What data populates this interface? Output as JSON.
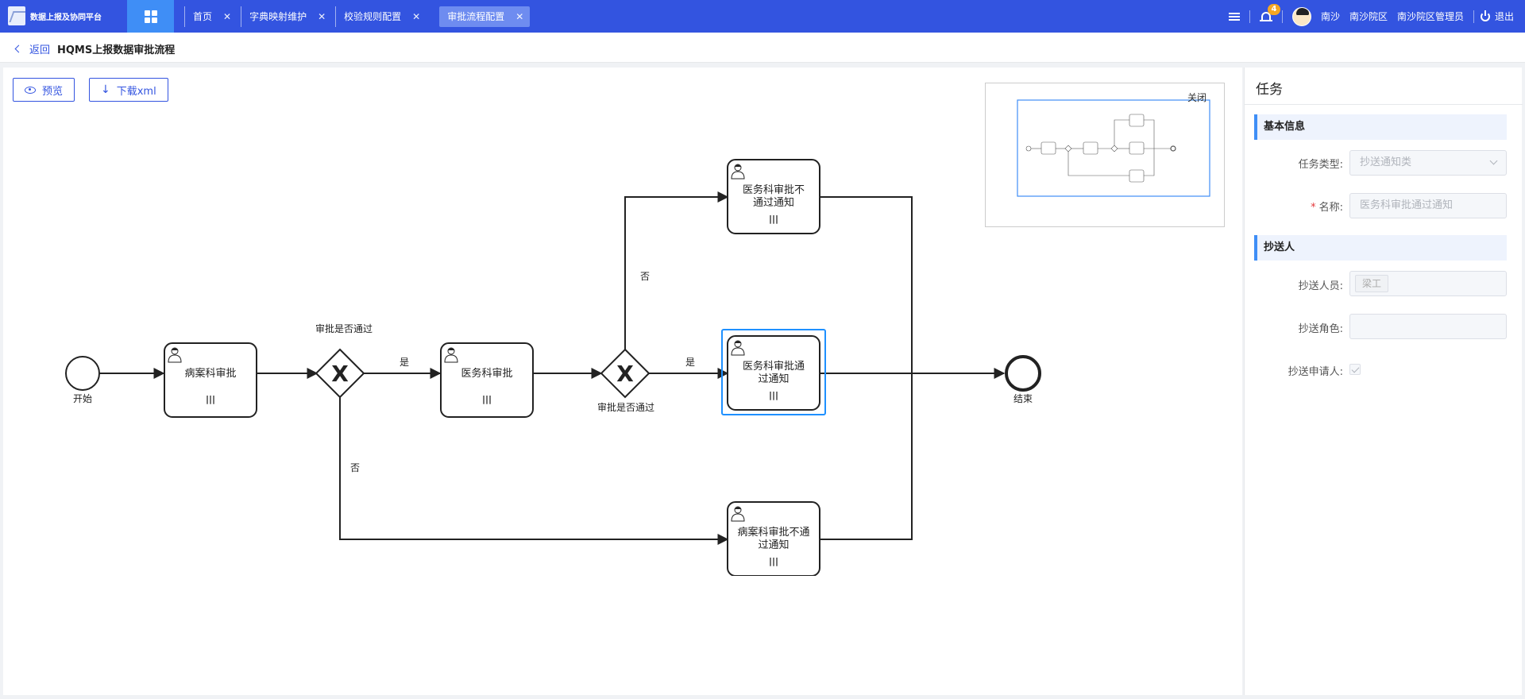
{
  "app": {
    "title": "数据上报及协同平台"
  },
  "tabs": [
    {
      "label": "首页"
    },
    {
      "label": "字典映射维护"
    },
    {
      "label": "校验规则配置"
    },
    {
      "label": "审批流程配置"
    }
  ],
  "header": {
    "notification_count": "4",
    "user_name": "南沙",
    "campus": "南沙院区",
    "role": "南沙院区管理员",
    "logout": "退出"
  },
  "subheader": {
    "back_label": "返回",
    "title": "HQMS上报数据审批流程"
  },
  "toolbar": {
    "preview_label": "预览",
    "download_label": "下载xml"
  },
  "minimap": {
    "close_label": "关闭"
  },
  "diagram": {
    "start_label": "开始",
    "end_label": "结束",
    "task_pathology": "病案科审批",
    "task_medical": "医务科审批",
    "task_medical_reject_l1": "医务科审批不",
    "task_medical_reject_l2": "通过通知",
    "task_medical_pass_l1": "医务科审批通",
    "task_medical_pass_l2": "过通知",
    "task_pathology_reject_l1": "病案科审批不通",
    "task_pathology_reject_l2": "过通知",
    "gateway1_label": "审批是否通过",
    "gateway2_label": "审批是否通过",
    "flow_yes": "是",
    "flow_no": "否",
    "gateway_marker": "X",
    "multi_marker": "|||"
  },
  "panel": {
    "title": "任务",
    "basic_section": "基本信息",
    "task_type_label": "任务类型:",
    "task_type_value": "抄送通知类",
    "name_label": "名称:",
    "name_required": "*",
    "name_value": "医务科审批通过通知",
    "cc_section": "抄送人",
    "cc_users_label": "抄送人员:",
    "cc_user_tag": "梁工",
    "cc_roles_label": "抄送角色:",
    "cc_applicant_label": "抄送申请人:"
  }
}
